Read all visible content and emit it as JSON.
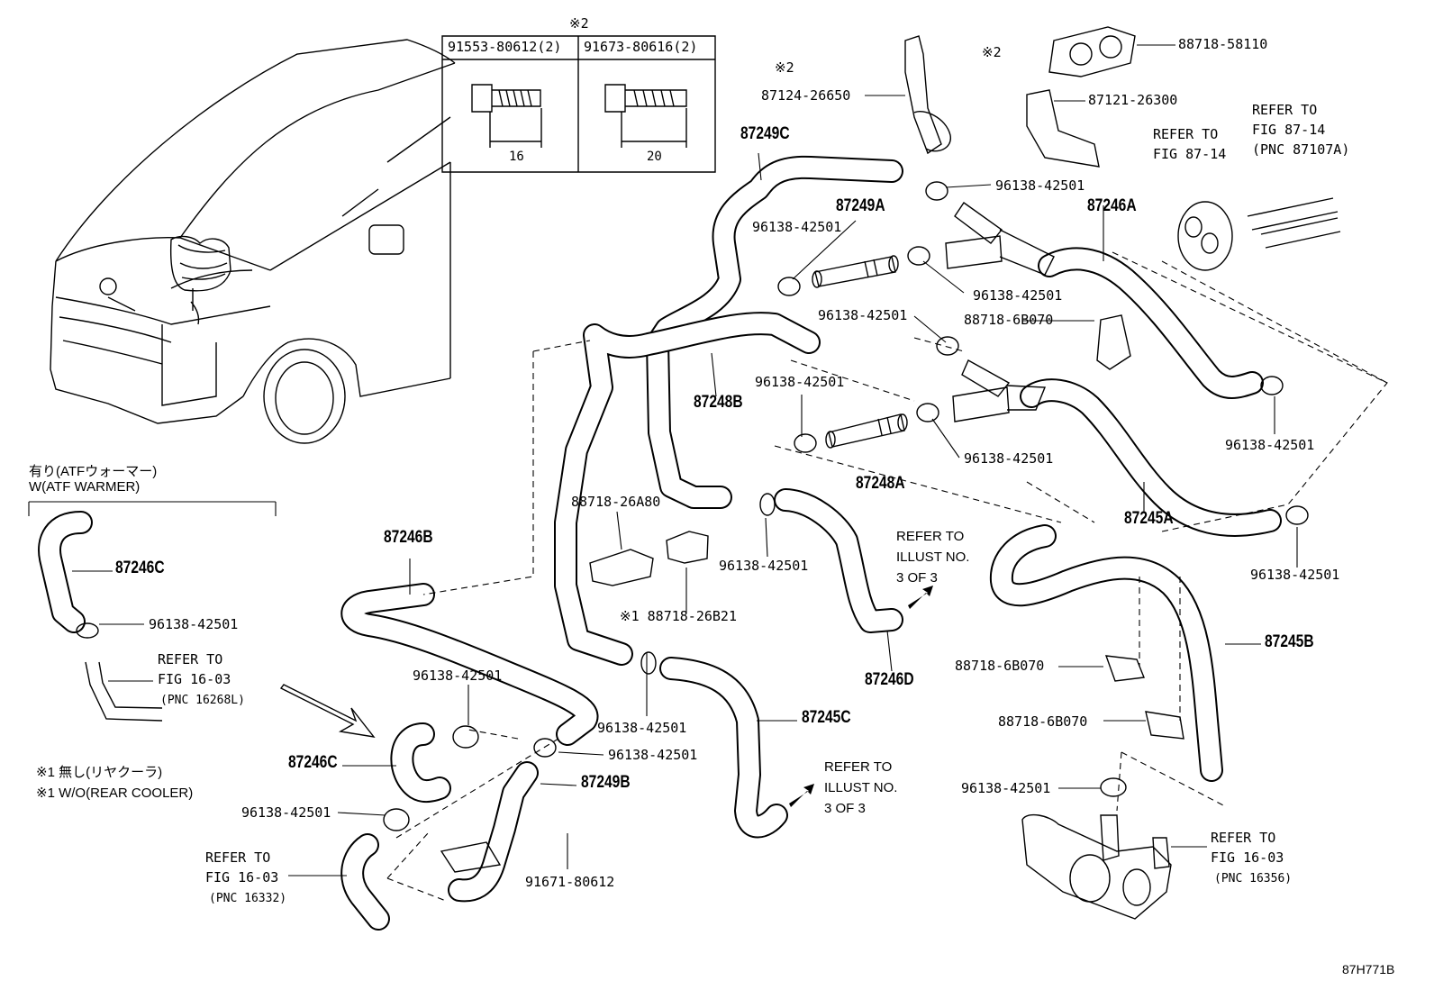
{
  "diagram": {
    "bolt_table": {
      "note_mark": "※2",
      "col1": "91553-80612(2)",
      "col2": "91673-80616(2)",
      "dim1": "16",
      "dim2": "20"
    },
    "atf_warmer": {
      "jp": "有り(ATFウォーマー)",
      "en": "W(ATF WARMER)"
    },
    "footnotes": {
      "jp": "※1 無し(リヤクーラ)",
      "en": "※1 W/O(REAR COOLER)"
    },
    "figure_code": "87H771B",
    "parts": {
      "p87249C": "87249C",
      "p87249A": "87249A",
      "p87248B": "87248B",
      "p87248A": "87248A",
      "p87246A": "87246A",
      "p87245A": "87245A",
      "p87245B": "87245B",
      "p87245C": "87245C",
      "p87246B": "87246B",
      "p87246C_a": "87246C",
      "p87246C_b": "87246C",
      "p87246D": "87246D",
      "p87249B": "87249B"
    },
    "callouts": {
      "c88718_58110": "88718-58110",
      "c87124_26650": "87124-26650",
      "c87121_26300": "87121-26300",
      "note2_a": "※2",
      "note2_b": "※2",
      "c96138_1": "96138-42501",
      "c96138_2": "96138-42501",
      "c96138_3": "96138-42501",
      "c96138_4": "96138-42501",
      "c96138_5": "96138-42501",
      "c96138_6": "96138-42501",
      "c96138_7": "96138-42501",
      "c96138_8": "96138-42501",
      "c96138_9": "96138-42501",
      "c96138_10": "96138-42501",
      "c96138_11": "96138-42501",
      "c96138_12": "96138-42501",
      "c96138_13": "96138-42501",
      "c96138_14": "96138-42501",
      "c96138_15": "96138-42501",
      "c88718_6B070_a": "88718-6B070",
      "c88718_6B070_b": "88718-6B070",
      "c88718_6B070_c": "88718-6B070",
      "c88718_26A80": "88718-26A80",
      "c88718_26B21": "※1 88718-26B21",
      "c91671_80612": "91671-80612"
    },
    "refers": {
      "r1_a": "REFER TO",
      "r1_b": "FIG 87-14",
      "r2_a": "REFER TO",
      "r2_b": "FIG 87-14",
      "r2_c": "(PNC 87107A)",
      "r3_a": "REFER TO",
      "r3_b": "ILLUST NO.",
      "r3_c": "3 OF 3",
      "r4_a": "REFER TO",
      "r4_b": "ILLUST NO.",
      "r4_c": "3 OF 3",
      "r5_a": "REFER TO",
      "r5_b": "FIG 16-03",
      "r5_c": "(PNC 16268L)",
      "r6_a": "REFER TO",
      "r6_b": "FIG 16-03",
      "r6_c": "(PNC 16332)",
      "r7_a": "REFER TO",
      "r7_b": "FIG 16-03",
      "r7_c": "(PNC 16356)"
    }
  }
}
